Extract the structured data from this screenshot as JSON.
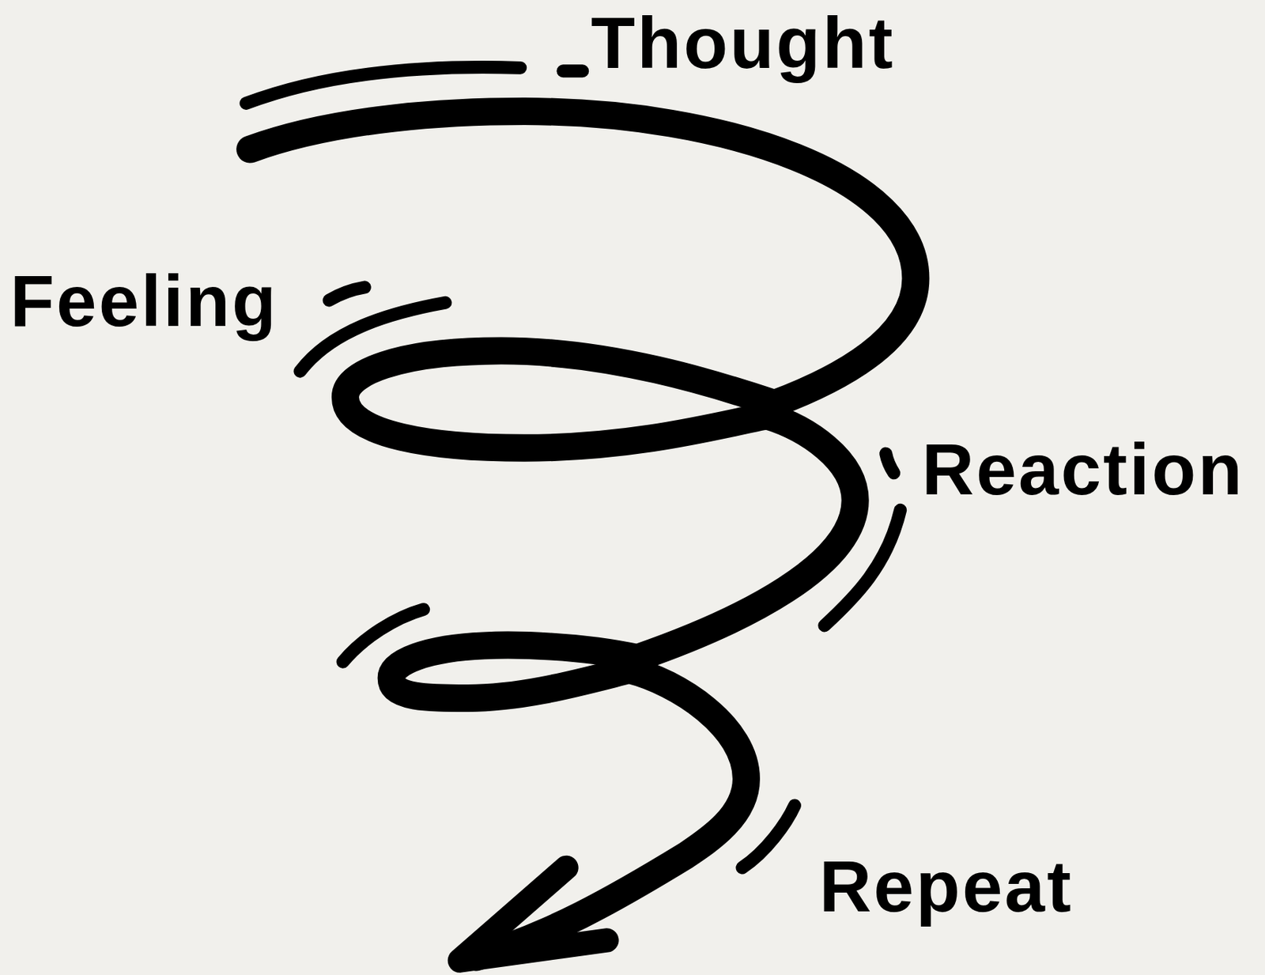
{
  "diagram": {
    "labels": [
      "Thought",
      "Feeling",
      "Reaction",
      "Repeat"
    ]
  }
}
